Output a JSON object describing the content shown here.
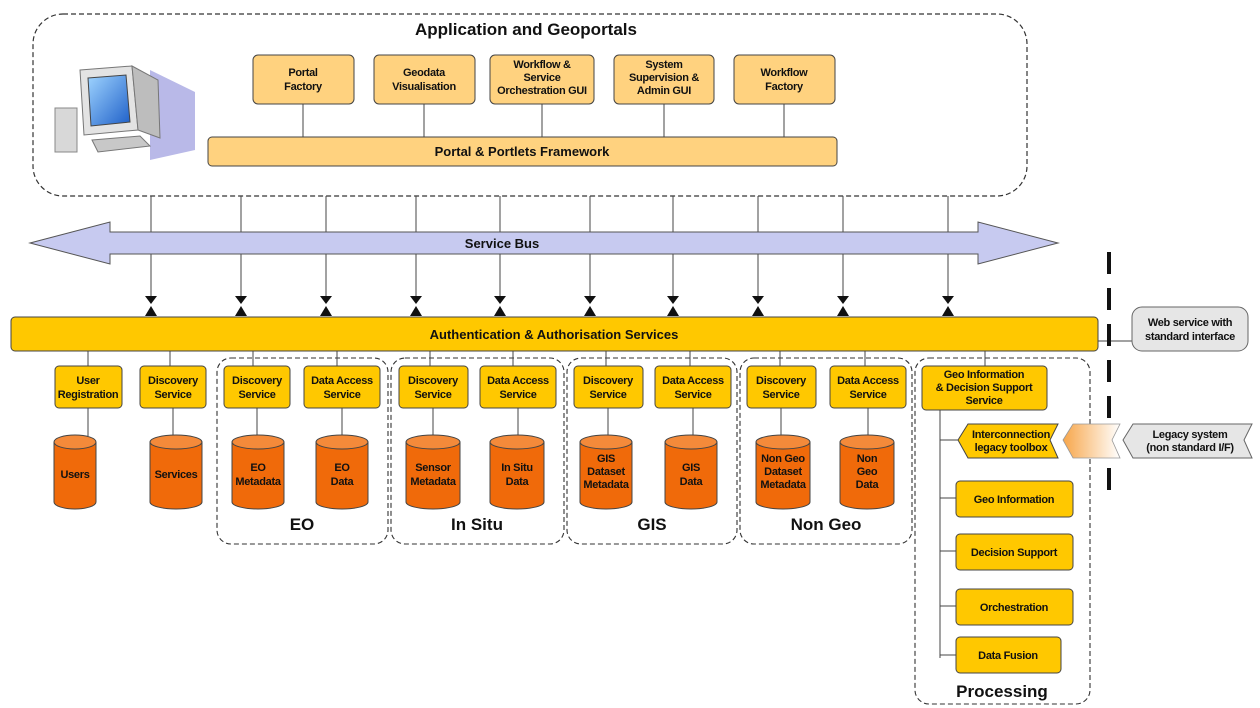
{
  "title": "Application and Geoportals",
  "portal_boxes": [
    [
      "Portal",
      "Factory"
    ],
    [
      "Geodata",
      "Visualisation"
    ],
    [
      "Workflow &",
      "Service",
      "Orchestration GUI"
    ],
    [
      "System",
      "Supervision &",
      "Admin GUI"
    ],
    [
      "Workflow",
      "Factory"
    ]
  ],
  "framework": "Portal & Portlets Framework",
  "service_bus": "Service Bus",
  "auth": "Authentication & Authorisation Services",
  "web_service": [
    "Web service with",
    "standard interface"
  ],
  "standalone_services": [
    {
      "label": [
        "User",
        "Registration"
      ],
      "db": [
        "Users"
      ]
    },
    {
      "label": [
        "Discovery",
        "Service"
      ],
      "db": [
        "Services"
      ]
    }
  ],
  "groups": [
    {
      "name": "EO",
      "services": [
        {
          "label": [
            "Discovery",
            "Service"
          ],
          "db": [
            "EO",
            "Metadata"
          ]
        },
        {
          "label": [
            "Data Access",
            "Service"
          ],
          "db": [
            "EO",
            "Data"
          ]
        }
      ]
    },
    {
      "name": "In Situ",
      "services": [
        {
          "label": [
            "Discovery",
            "Service"
          ],
          "db": [
            "Sensor",
            "Metadata"
          ]
        },
        {
          "label": [
            "Data Access",
            "Service"
          ],
          "db": [
            "In Situ",
            "Data"
          ]
        }
      ]
    },
    {
      "name": "GIS",
      "services": [
        {
          "label": [
            "Discovery",
            "Service"
          ],
          "db": [
            "GIS",
            "Dataset",
            "Metadata"
          ]
        },
        {
          "label": [
            "Data Access",
            "Service"
          ],
          "db": [
            "GIS",
            "Data"
          ]
        }
      ]
    },
    {
      "name": "Non Geo",
      "services": [
        {
          "label": [
            "Discovery",
            "Service"
          ],
          "db": [
            "Non Geo",
            "Dataset",
            "Metadata"
          ]
        },
        {
          "label": [
            "Data Access",
            "Service"
          ],
          "db": [
            "Non",
            "Geo",
            "Data"
          ]
        }
      ]
    }
  ],
  "processing": {
    "name": "Processing",
    "header": [
      "Geo Information",
      "& Decision Support",
      "Service"
    ],
    "interconnection": [
      "Interconnection",
      "legacy toolbox"
    ],
    "legacy": [
      "Legacy system",
      "(non standard I/F)"
    ],
    "items": [
      "Geo Information",
      "Decision Support",
      "Orchestration",
      "Data Fusion"
    ]
  },
  "colors": {
    "box_fill": "#FFC800",
    "framework_fill": "#FFD27F",
    "db_fill": "#F06A0A",
    "bus_fill": "#C7CAF0",
    "legacy_fill": "#E6E6E6",
    "line": "#444444"
  },
  "icons": [
    "computer-icon"
  ]
}
